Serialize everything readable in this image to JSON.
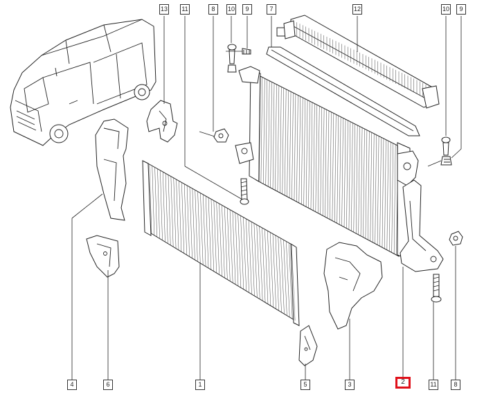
{
  "diagram": {
    "callouts": [
      {
        "id": "c13a",
        "label": "13"
      },
      {
        "id": "c11a",
        "label": "11"
      },
      {
        "id": "c8a",
        "label": "8"
      },
      {
        "id": "c10a",
        "label": "10"
      },
      {
        "id": "c9a",
        "label": "9"
      },
      {
        "id": "c7",
        "label": "7"
      },
      {
        "id": "c12",
        "label": "12"
      },
      {
        "id": "c10b",
        "label": "10"
      },
      {
        "id": "c9b",
        "label": "9"
      },
      {
        "id": "c4",
        "label": "4"
      },
      {
        "id": "c6",
        "label": "6"
      },
      {
        "id": "c1",
        "label": "1"
      },
      {
        "id": "c5",
        "label": "5"
      },
      {
        "id": "c3",
        "label": "3"
      },
      {
        "id": "c2",
        "label": "2"
      },
      {
        "id": "c11b",
        "label": "11"
      },
      {
        "id": "c8b",
        "label": "8"
      }
    ],
    "highlighted_callout": "2",
    "highlight_color": "#e0101a"
  }
}
